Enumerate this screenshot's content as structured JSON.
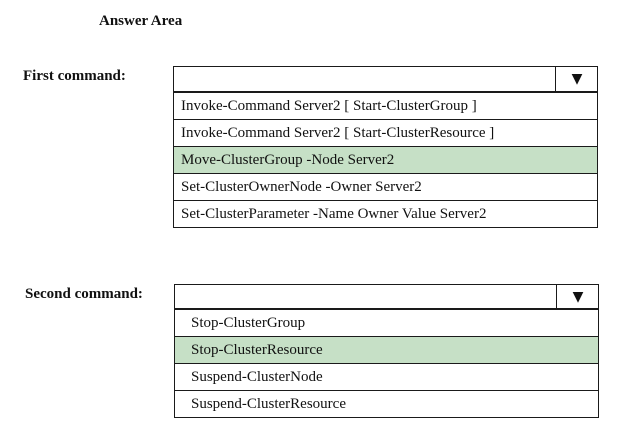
{
  "heading": "Answer Area",
  "first": {
    "label": "First command:",
    "arrow": "▼",
    "options": [
      "Invoke-Command Server2 [ Start-ClusterGroup ]",
      "Invoke-Command Server2 [ Start-ClusterResource ]",
      "Move-ClusterGroup -Node Server2",
      "Set-ClusterOwnerNode -Owner Server2",
      " Set-ClusterParameter -Name Owner Value Server2"
    ],
    "selected_index": 2
  },
  "second": {
    "label": "Second command:",
    "arrow": "▼",
    "options": [
      "Stop-ClusterGroup",
      "Stop-ClusterResource",
      "Suspend-ClusterNode",
      "Suspend-ClusterResource"
    ],
    "selected_index": 1
  },
  "colors": {
    "selected_bg": "#c6e0c6",
    "border": "#1a1a1a"
  }
}
